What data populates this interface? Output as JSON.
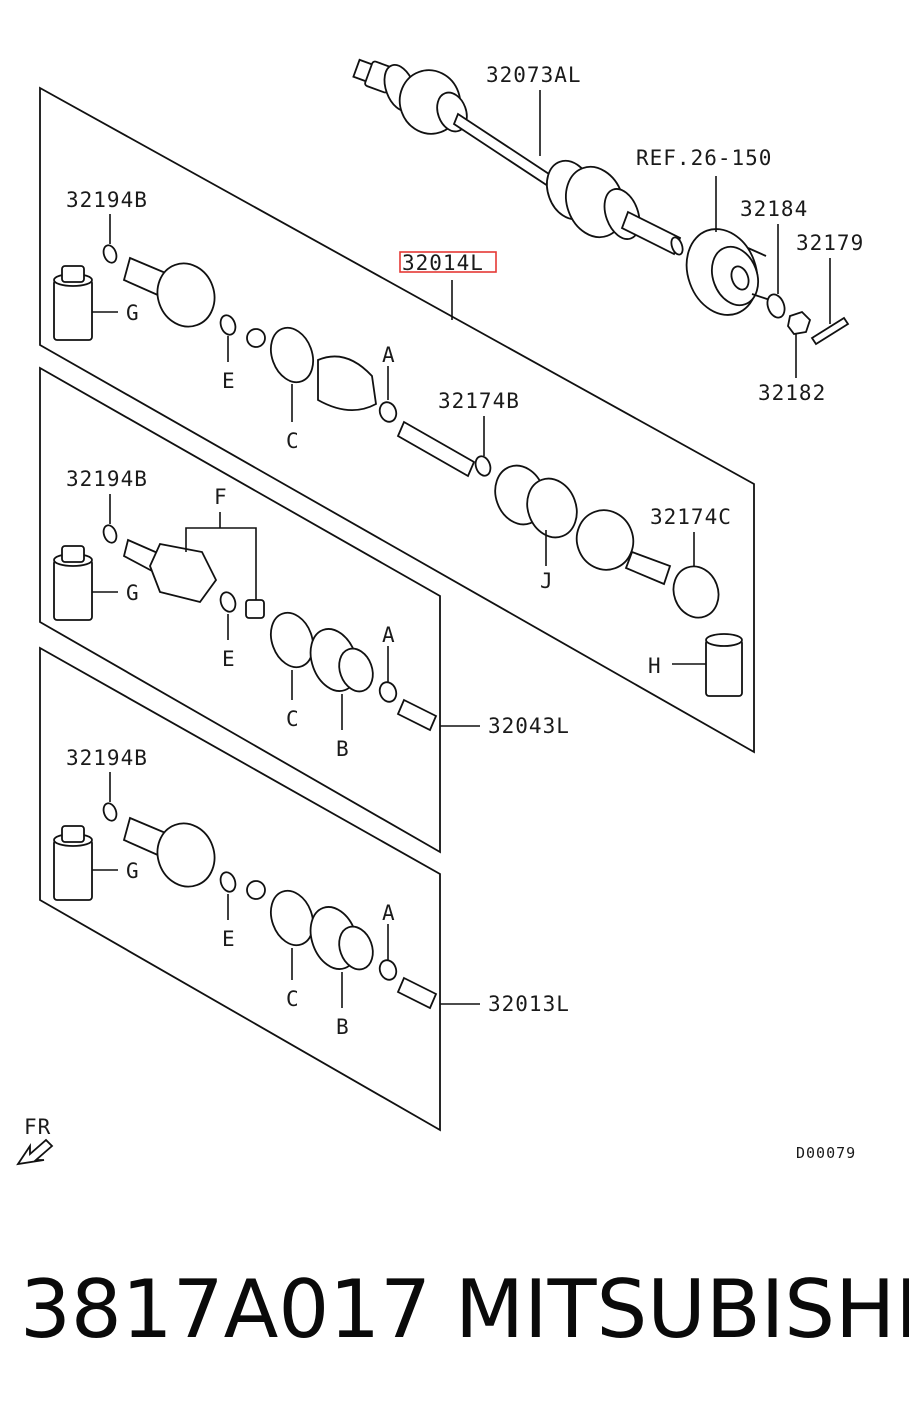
{
  "diagram": {
    "labels": {
      "shaft_assy": "32073AL",
      "ref": "REF.26-150",
      "washer_32184": "32184",
      "pin_32179": "32179",
      "nut_32182": "32182",
      "boot_kit": "32014L",
      "band_32174B": "32174B",
      "band_32174C": "32174C",
      "kit_32043L": "32043L",
      "kit_32013L": "32013L",
      "circlip_1": "32194B",
      "circlip_2": "32194B",
      "circlip_3": "32194B",
      "code": "D00079",
      "front": "FR"
    },
    "letters": {
      "g1": "G",
      "e1": "E",
      "c1": "C",
      "a1": "A",
      "j1": "J",
      "h1": "H",
      "g2": "G",
      "f2": "F",
      "e2": "E",
      "c2": "C",
      "a2": "A",
      "b2": "B",
      "g3": "G",
      "e3": "E",
      "c3": "C",
      "a3": "A",
      "b3": "B"
    }
  },
  "footer": {
    "part_number": "3817A017",
    "brand": "MITSUBISHI"
  }
}
